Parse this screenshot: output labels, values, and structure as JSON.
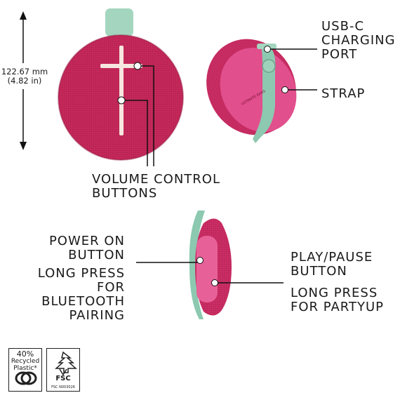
{
  "dimension": {
    "value": "122.67 mm",
    "imperial": "(4.82 in)"
  },
  "product_brand": {
    "line1": "ULTIMATE",
    "line2": "EARS"
  },
  "labels": {
    "usb_c": "USB-C\nCHARGING\nPORT",
    "strap": "STRAP",
    "volume": "VOLUME CONTROL\nBUTTONS",
    "power": "POWER ON\nBUTTON",
    "power_long": "LONG PRESS\nFOR\nBLUETOOTH\nPAIRING",
    "play": "PLAY/PAUSE\nBUTTON",
    "play_long": "LONG PRESS\nFOR PARTYUP"
  },
  "badges": {
    "recycled": {
      "percent": "40%",
      "text1": "Recycled",
      "text2": "Plastic*"
    },
    "fsc": {
      "mark": "FSC",
      "code": "FSC N003026"
    }
  },
  "colors": {
    "speaker": "#c4285a",
    "speaker_side": "#de4a86",
    "accent": "#9fd2bb"
  }
}
